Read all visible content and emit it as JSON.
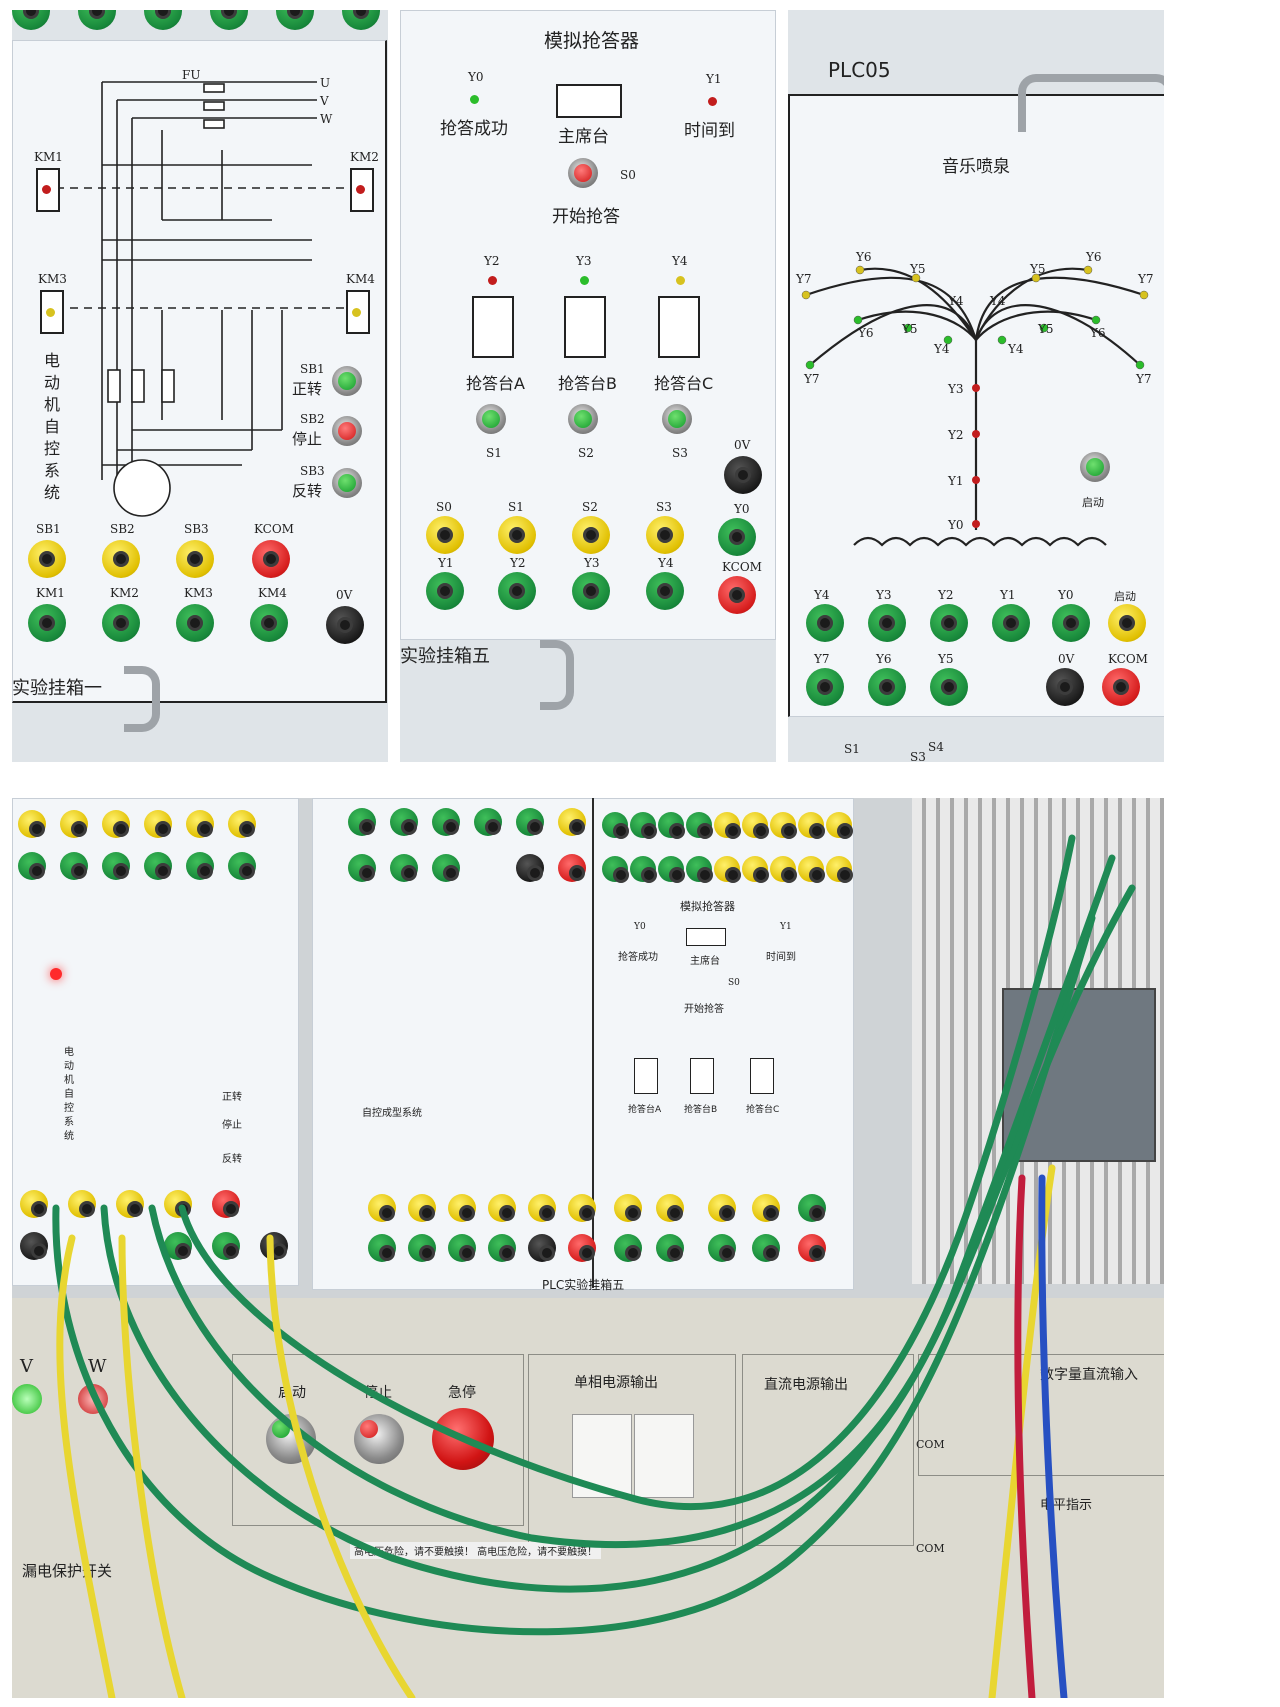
{
  "panel1": {
    "km1": "KM1",
    "km2": "KM2",
    "km3": "KM3",
    "km4": "KM4",
    "fu": "FU",
    "u": "U",
    "v": "V",
    "w": "W",
    "title_vertical": "电动机自控系统",
    "sb1": "SB1",
    "sb1_label": "正转",
    "sb2": "SB2",
    "sb2_label": "停止",
    "sb3": "SB3",
    "sb3_label": "反转",
    "row1": [
      "SB1",
      "SB2",
      "SB3",
      "KCOM"
    ],
    "row2": [
      "KM1",
      "KM2",
      "KM3",
      "KM4",
      "0V"
    ],
    "footer": "实验挂箱一"
  },
  "panel2": {
    "title": "模拟抢答器",
    "y0": "Y0",
    "y0_label": "抢答成功",
    "main_label": "主席台",
    "y1": "Y1",
    "y1_label": "时间到",
    "s0": "S0",
    "start_label": "开始抢答",
    "y2": "Y2",
    "y3": "Y3",
    "y4": "Y4",
    "a_label": "抢答台A",
    "b_label": "抢答台B",
    "c_label": "抢答台C",
    "s1": "S1",
    "s2": "S2",
    "s3": "S3",
    "zero_v": "0V",
    "row1": [
      "S0",
      "S1",
      "S2",
      "S3",
      "Y0"
    ],
    "row2": [
      "Y1",
      "Y2",
      "Y3",
      "Y4",
      "KCOM"
    ],
    "footer": "实验挂箱五"
  },
  "panel3": {
    "plc": "PLC05",
    "title": "音乐喷泉",
    "nodes_left": [
      "Y7",
      "Y6",
      "Y5",
      "Y4",
      "Y7",
      "Y6",
      "Y5",
      "Y4"
    ],
    "nodes_right": [
      "Y6",
      "Y5",
      "Y7",
      "Y4",
      "Y5",
      "Y6",
      "Y4",
      "Y7"
    ],
    "stem": [
      "Y3",
      "Y2",
      "Y1",
      "Y0"
    ],
    "start": "启动",
    "row1": [
      "Y4",
      "Y3",
      "Y2",
      "Y1",
      "Y0",
      "启动"
    ],
    "row2": [
      "Y7",
      "Y6",
      "Y5",
      "0V",
      "KCOM"
    ],
    "bottom": [
      "S1",
      "S4",
      "S3"
    ]
  },
  "bottom_photo": {
    "quiz_title": "模拟抢答器",
    "quiz_y0": "Y0",
    "quiz_success": "抢答成功",
    "quiz_main": "主席台",
    "quiz_y1": "Y1",
    "quiz_timeup": "时间到",
    "quiz_s0": "S0",
    "quiz_start": "开始抢答",
    "quiz_stations": [
      "抢答台A",
      "抢答台B",
      "抢答台C"
    ],
    "mold_label": "自控成型系统",
    "motor_label": "电动机自控系统",
    "motor_fwd": "正转",
    "motor_stop": "停止",
    "motor_rev": "反转",
    "footer": "PLC实验挂箱五",
    "console_start": "启动",
    "console_stop": "停止",
    "console_estop": "急停",
    "single_phase": "单相电源输出",
    "dc_output": "直流电源输出",
    "digital_dc": "数字量直流输入",
    "level": "电平指示",
    "warning": "高电压危险，请不要触摸！ 高电压危险，请不要触摸！",
    "protect": "漏电保护开关",
    "com": "COM",
    "v": "V",
    "w": "W"
  },
  "colors": {
    "panel": "#f3f6f9",
    "yellow_jack": "#e0bf00",
    "green_jack": "#17873a",
    "red_jack": "#d51c1c",
    "console": "#d9d7cc",
    "wire_green": "#1f8a55",
    "wire_yellow": "#e8d631"
  }
}
